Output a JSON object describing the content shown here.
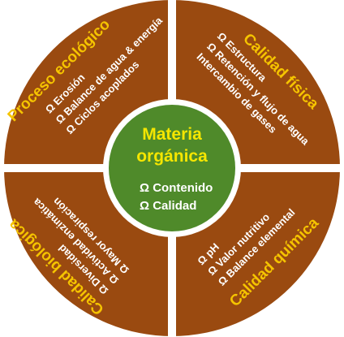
{
  "colors": {
    "quadrant_fill": "#9a4a10",
    "center_fill": "#4f8a2a",
    "divider": "#ffffff",
    "title_color": "#f5c400",
    "center_title_color": "#f5e600",
    "item_color": "#ffffff"
  },
  "center": {
    "title_line1": "Materia",
    "title_line2": "orgánica",
    "items": [
      "Ω Contenido",
      "Ω Calidad"
    ]
  },
  "quadrants": {
    "top_left": {
      "title": "Proceso ecológico",
      "items": [
        "Ω Erosión",
        "Ω Balance de agua & energía",
        "Ω Ciclos acoplados"
      ]
    },
    "top_right": {
      "title": "Calidad física",
      "items": [
        "Ω Estructura",
        "Ω Retención y flujo de agua",
        "Intercambio de gases"
      ]
    },
    "bottom_left": {
      "title": "Calidad biológica",
      "items": [
        "Ω Diversidad",
        "Ω Actividad enzimática",
        "Ω Mayor respiración"
      ]
    },
    "bottom_right": {
      "title": "Calidad química",
      "items": [
        "Ω pH",
        "Ω Valor nutritivo",
        "Ω Balance elemental"
      ]
    }
  }
}
